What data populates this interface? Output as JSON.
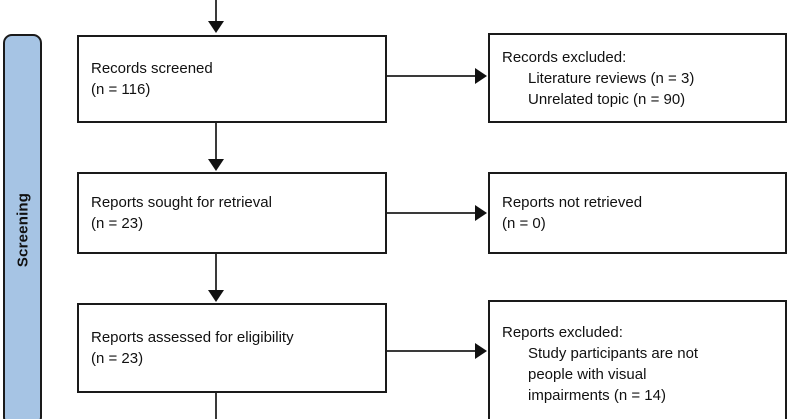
{
  "diagram": {
    "type": "prisma-flow-diagram",
    "stage_label": "Screening",
    "stage_color": "#a6c4e4",
    "boxes": {
      "records_screened": {
        "title": "Records screened",
        "count": "(n = 116)"
      },
      "records_excluded": {
        "title": "Records excluded:",
        "reason_1": "Literature reviews (n = 3)",
        "reason_2": "Unrelated topic (n = 90)"
      },
      "reports_sought": {
        "title": "Reports sought for retrieval",
        "count": "(n = 23)"
      },
      "reports_not_retrieved": {
        "title": "Reports not retrieved",
        "count": "(n = 0)"
      },
      "reports_assessed": {
        "title": "Reports assessed for eligibility",
        "count": "(n = 23)"
      },
      "reports_excluded": {
        "title": "Reports excluded:",
        "reason_1": "Study participants are not",
        "reason_2": "people with visual",
        "reason_3": "impairments (n = 14)"
      }
    }
  }
}
